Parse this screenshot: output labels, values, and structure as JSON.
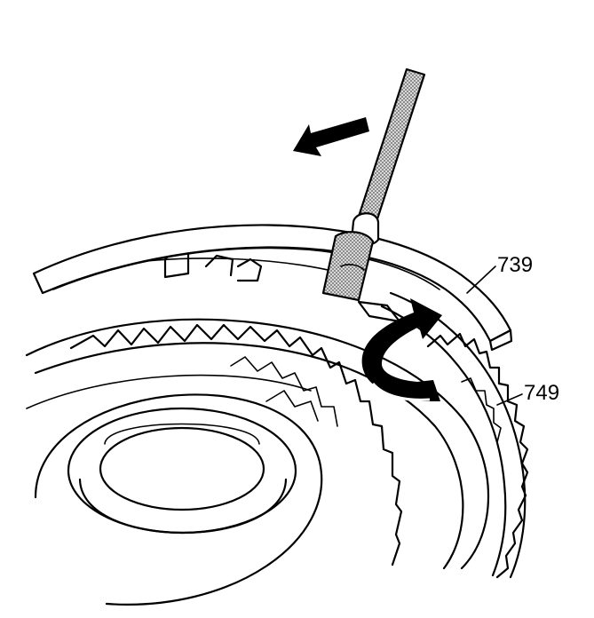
{
  "callouts": [
    {
      "label": "739",
      "part": "snap-ring"
    },
    {
      "label": "749",
      "part": "toothed-plate"
    }
  ],
  "icons": [
    "tool-icon",
    "pull-direction-arrow-icon",
    "rotation-arrow-icon"
  ],
  "colors": {
    "line": "#000000",
    "background": "#ffffff",
    "tool_shade": "#9a9a9a"
  }
}
